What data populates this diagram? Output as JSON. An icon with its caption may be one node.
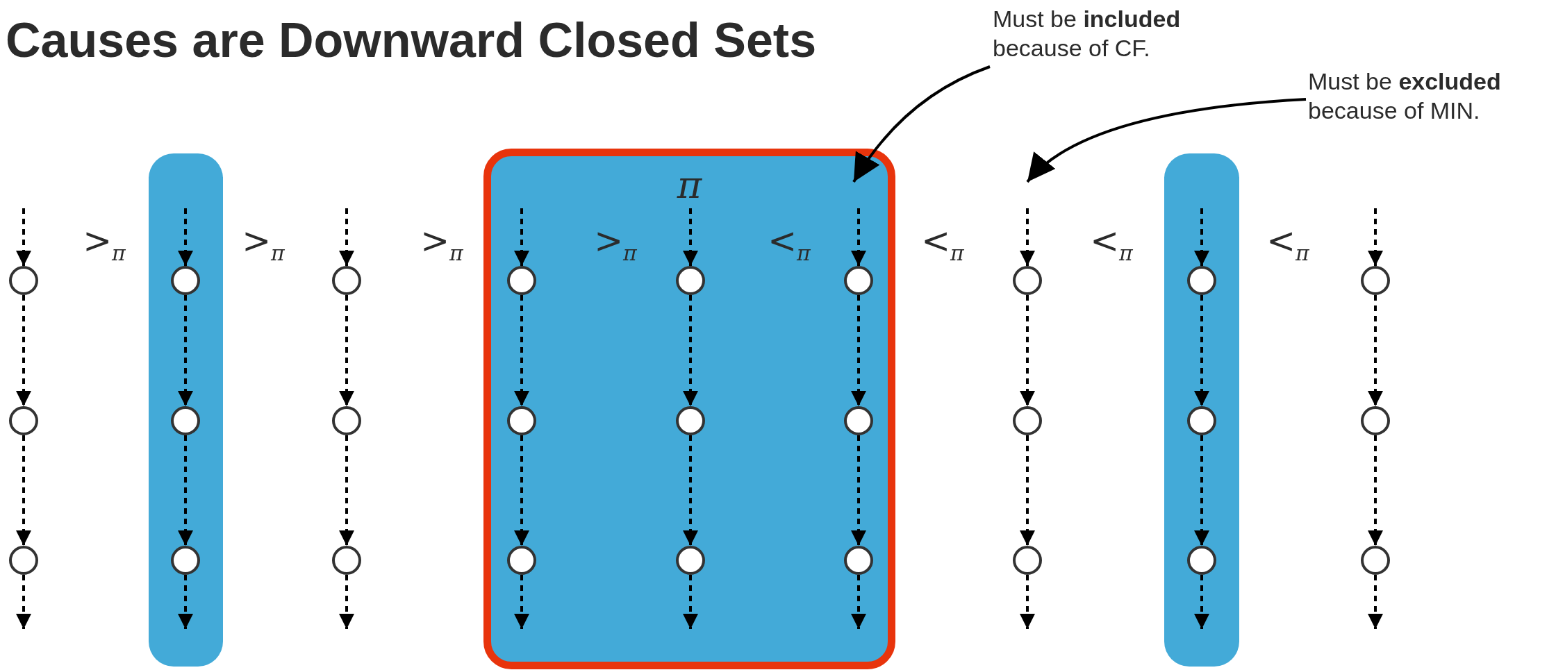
{
  "diagram": {
    "title": "Causes are Downward Closed Sets",
    "nodes": [
      {
        "text": [],
        "shape": "circle"
      },
      {
        "text": [],
        "shape": "circle"
      },
      {
        "text": [],
        "shape": "circle"
      },
      {
        "text": [],
        "shape": "bar"
      },
      {
        "text": [],
        "shape": "circle",
        "in": 3
      },
      {
        "text": [],
        "shape": "circle",
        "in": 3
      },
      {
        "text": [],
        "shape": "circle",
        "in": 3
      },
      {
        "text": [],
        "shape": "circle"
      },
      {
        "text": [],
        "shape": "circle"
      },
      {
        "text": [],
        "shape": "circle"
      },
      {
        "text": [
          "π"
        ]
      },
      {
        "text": [],
        "shape": "circle",
        "in": 10
      },
      {
        "text": [],
        "shape": "circle",
        "in": 10
      },
      {
        "text": [],
        "shape": "circle",
        "in": 10
      },
      {
        "text": [],
        "shape": "circle",
        "in": 10
      },
      {
        "text": [],
        "shape": "circle",
        "in": 10
      },
      {
        "text": [],
        "shape": "circle",
        "in": 10
      },
      {
        "text": [],
        "shape": "circle",
        "in": 10
      },
      {
        "text": [],
        "shape": "circle",
        "in": 10
      },
      {
        "text": [],
        "shape": "circle",
        "in": 10
      },
      {
        "text": [],
        "shape": "circle"
      },
      {
        "text": [],
        "shape": "circle"
      },
      {
        "text": [],
        "shape": "circle"
      },
      {
        "text": [],
        "shape": "bar"
      },
      {
        "text": [],
        "shape": "circle",
        "in": 23
      },
      {
        "text": [],
        "shape": "circle",
        "in": 23
      },
      {
        "text": [],
        "shape": "circle",
        "in": 23
      },
      {
        "text": [],
        "shape": "circle"
      },
      {
        "text": [],
        "shape": "circle"
      },
      {
        "text": [],
        "shape": "circle"
      },
      {
        "text": [
          "Must be **included** because of CF."
        ]
      },
      {
        "text": [
          "Must be **excluded** because of MIN."
        ]
      }
    ],
    "edges": [
      {
        "from": null,
        "to": 0,
        "arrow": "to",
        "style": "dashed"
      },
      {
        "from": 0,
        "to": 1,
        "arrow": "to",
        "style": "dashed"
      },
      {
        "from": 1,
        "to": 2,
        "arrow": "to",
        "style": "dashed"
      },
      {
        "from": 2,
        "to": null,
        "arrow": "to",
        "style": "dashed"
      },
      {
        "from": null,
        "to": 4,
        "arrow": "to",
        "style": "dashed"
      },
      {
        "from": 4,
        "to": 5,
        "arrow": "to",
        "style": "dashed"
      },
      {
        "from": 5,
        "to": 6,
        "arrow": "to",
        "style": "dashed"
      },
      {
        "from": 6,
        "to": null,
        "arrow": "to",
        "style": "dashed"
      },
      {
        "from": null,
        "to": 7,
        "arrow": "to",
        "style": "dashed"
      },
      {
        "from": 7,
        "to": 8,
        "arrow": "to",
        "style": "dashed"
      },
      {
        "from": 8,
        "to": 9,
        "arrow": "to",
        "style": "dashed"
      },
      {
        "from": 9,
        "to": null,
        "arrow": "to",
        "style": "dashed"
      },
      {
        "from": null,
        "to": 11,
        "arrow": "to",
        "style": "dashed"
      },
      {
        "from": 11,
        "to": 12,
        "arrow": "to",
        "style": "dashed"
      },
      {
        "from": 12,
        "to": 13,
        "arrow": "to",
        "style": "dashed"
      },
      {
        "from": 13,
        "to": null,
        "arrow": "to",
        "style": "dashed"
      },
      {
        "from": null,
        "to": 14,
        "arrow": "to",
        "style": "dashed"
      },
      {
        "from": 14,
        "to": 15,
        "arrow": "to",
        "style": "dashed"
      },
      {
        "from": 15,
        "to": 16,
        "arrow": "to",
        "style": "dashed"
      },
      {
        "from": 16,
        "to": null,
        "arrow": "to",
        "style": "dashed"
      },
      {
        "from": null,
        "to": 17,
        "arrow": "to",
        "style": "dashed"
      },
      {
        "from": 17,
        "to": 18,
        "arrow": "to",
        "style": "dashed"
      },
      {
        "from": 18,
        "to": 19,
        "arrow": "to",
        "style": "dashed"
      },
      {
        "from": 19,
        "to": null,
        "arrow": "to",
        "style": "dashed"
      },
      {
        "from": null,
        "to": 20,
        "arrow": "to",
        "style": "dashed"
      },
      {
        "from": 20,
        "to": 21,
        "arrow": "to",
        "style": "dashed"
      },
      {
        "from": 21,
        "to": 22,
        "arrow": "to",
        "style": "dashed"
      },
      {
        "from": 22,
        "to": null,
        "arrow": "to",
        "style": "dashed"
      },
      {
        "from": null,
        "to": 24,
        "arrow": "to",
        "style": "dashed"
      },
      {
        "from": 24,
        "to": 25,
        "arrow": "to",
        "style": "dashed"
      },
      {
        "from": 25,
        "to": 26,
        "arrow": "to",
        "style": "dashed"
      },
      {
        "from": 26,
        "to": null,
        "arrow": "to",
        "style": "dashed"
      },
      {
        "from": null,
        "to": 27,
        "arrow": "to",
        "style": "dashed"
      },
      {
        "from": 27,
        "to": 28,
        "arrow": "to",
        "style": "dashed"
      },
      {
        "from": 28,
        "to": 29,
        "arrow": "to",
        "style": "dashed"
      },
      {
        "from": 29,
        "to": null,
        "arrow": "to",
        "style": "dashed"
      },
      {
        "from": 30,
        "to": 10,
        "arrow": "to"
      },
      {
        "from": 31,
        "to": null,
        "arrow": "to"
      }
    ],
    "labels": [
      ">$_{π}$",
      ">$_{π}$",
      ">$_{π}$",
      ">$_{π}$",
      "<$_{π}$",
      "<$_{π}$",
      "<$_{π}$",
      "<$_{π}$"
    ]
  }
}
